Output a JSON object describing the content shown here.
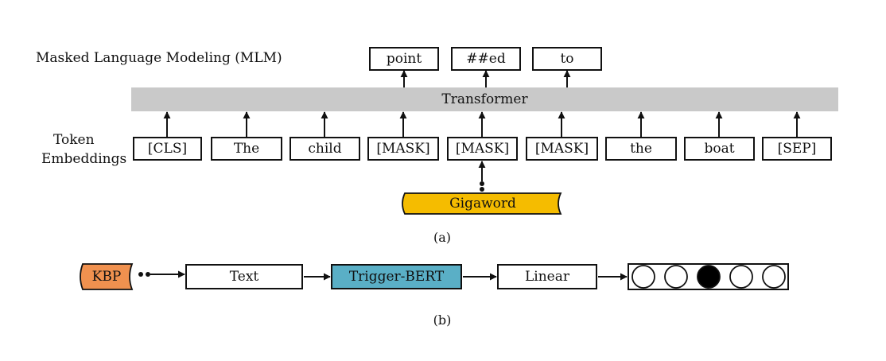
{
  "part_a": {
    "mlm_label": "Masked Language Modeling (MLM)",
    "outputs": [
      "point",
      "##ed",
      "to"
    ],
    "transformer_label": "Transformer",
    "token_label_line1": "Token",
    "token_label_line2": "Embeddings",
    "tokens": [
      "[CLS]",
      "The",
      "child",
      "[MASK]",
      "[MASK]",
      "[MASK]",
      "the",
      "boat",
      "[SEP]"
    ],
    "source_label": "Gigaword",
    "caption": "(a)",
    "colors": {
      "transformer_bar": "#c9c9c9",
      "source_fill": "#f5bc00"
    }
  },
  "part_b": {
    "source_label": "KBP",
    "stages": [
      "Text",
      "Trigger-BERT",
      "Linear"
    ],
    "output_slots": [
      false,
      false,
      true,
      false,
      false
    ],
    "caption": "(b)",
    "colors": {
      "source_fill": "#f0914f",
      "trigger_bert_fill": "#5aafc6"
    }
  }
}
